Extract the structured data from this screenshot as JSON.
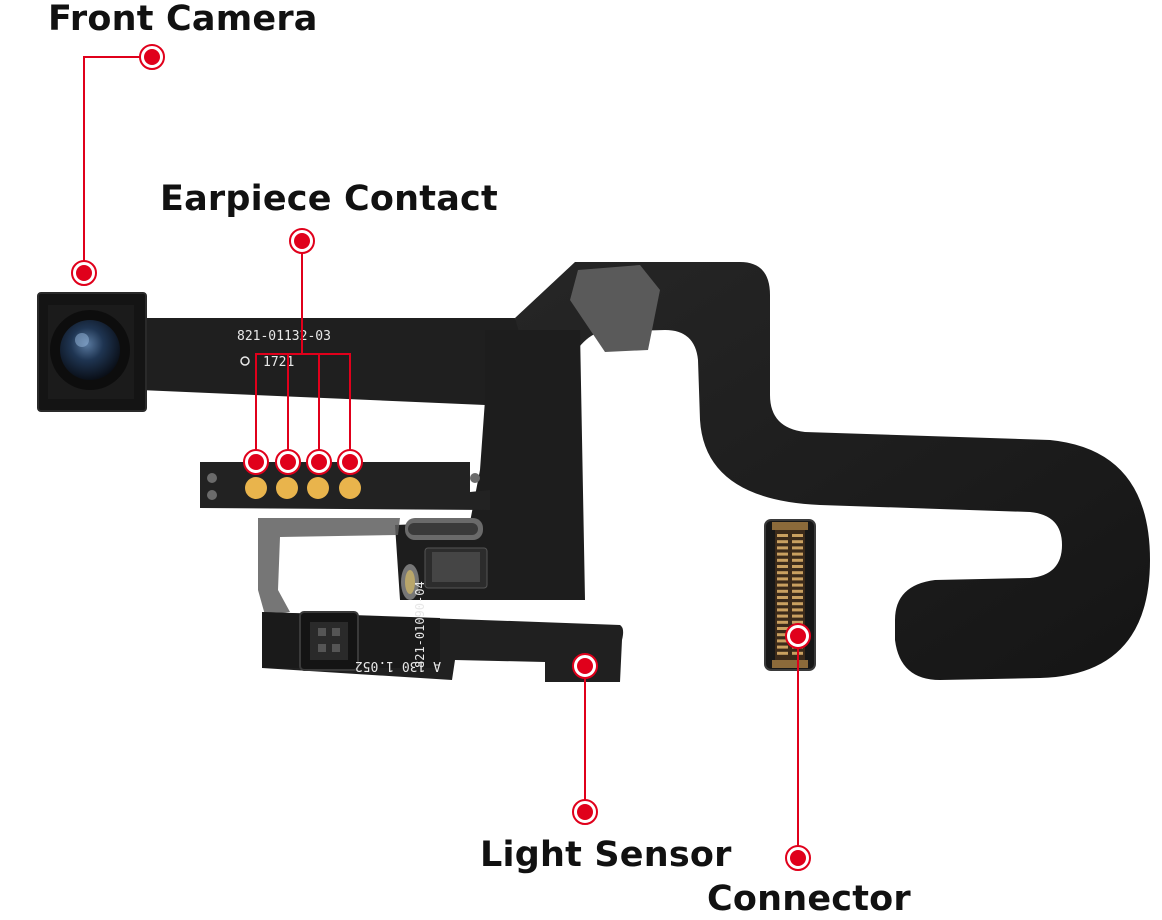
{
  "labels": {
    "front_camera": "Front Camera",
    "earpiece_contact": "Earpiece Contact",
    "light_sensor": "Light Sensor",
    "connector": "Connector"
  },
  "board_prints": {
    "part_number_top": "821-01132-03",
    "date_code": "1721",
    "part_number_bottom": "821-01090-04",
    "bottom_code": "A 130 1.052"
  },
  "colors": {
    "callout": "#e0001b",
    "flex_cable": "#1c1c1c",
    "contact_pad": "#e9b44c",
    "label_text": "#111111"
  }
}
